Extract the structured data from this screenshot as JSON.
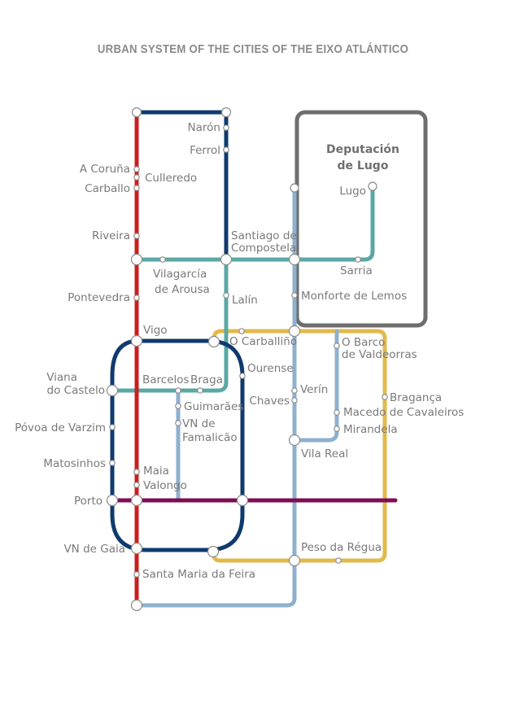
{
  "title": "URBAN SYSTEM OF THE CITIES OF THE EIXO ATLÁNTICO",
  "box": {
    "line1": "Deputación",
    "line2": "de Lugo"
  },
  "colors": {
    "red": "#c8201e",
    "navy": "#0f3a6e",
    "teal": "#5aa8a4",
    "lightblue": "#8fb0cf",
    "yellow": "#e2b94b",
    "purple": "#7c0e52",
    "gray": "#6e6e6e"
  },
  "stations": {
    "naron": "Narón",
    "ferrol": "Ferrol",
    "a_coruna": "A Coruña",
    "culleredo": "Culleredo",
    "carballo": "Carballo",
    "riveira": "Riveira",
    "santiago_1": "Santiago de",
    "santiago_2": "Compostela",
    "lugo": "Lugo",
    "vilagarcia_1": "Vilagarcía",
    "vilagarcia_2": "de Arousa",
    "sarria": "Sarria",
    "pontevedra": "Pontevedra",
    "lalin": "Lalín",
    "monforte": "Monforte de Lemos",
    "vigo": "Vigo",
    "carballino": "O Carballiño",
    "o_barco_1": "O Barco",
    "o_barco_2": "de Valdeorras",
    "viana_1": "Viana",
    "viana_2": "do Castelo",
    "barcelos": "Barcelos",
    "braga": "Braga",
    "ourense": "Ourense",
    "verin": "Verín",
    "chaves": "Chaves",
    "braganca": "Bragança",
    "guimaraes": "Guimarães",
    "vn_famalicao_1": "VN de",
    "vn_famalicao_2": "Famalicão",
    "macedo": "Macedo de Cavaleiros",
    "mirandela": "Mirandela",
    "povoa": "Póvoa de Varzim",
    "vila_real": "Vila Real",
    "matosinhos": "Matosinhos",
    "maia": "Maia",
    "valongo": "Valongo",
    "porto": "Porto",
    "vn_gaia": "VN de Gaia",
    "peso_regua": "Peso da Régua",
    "santa_maria": "Santa Maria da Feira"
  }
}
